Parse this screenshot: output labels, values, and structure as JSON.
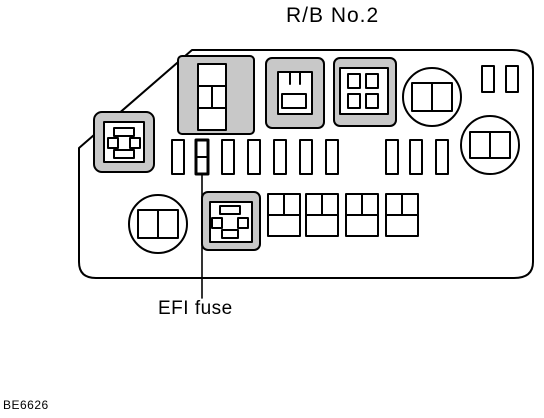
{
  "diagram": {
    "title": "R/B No.2",
    "callout_label": "EFI fuse",
    "figure_code": "BE6626"
  },
  "colors": {
    "ink": "#000000",
    "shade": "#c8c8c8",
    "paper": "#ffffff"
  }
}
